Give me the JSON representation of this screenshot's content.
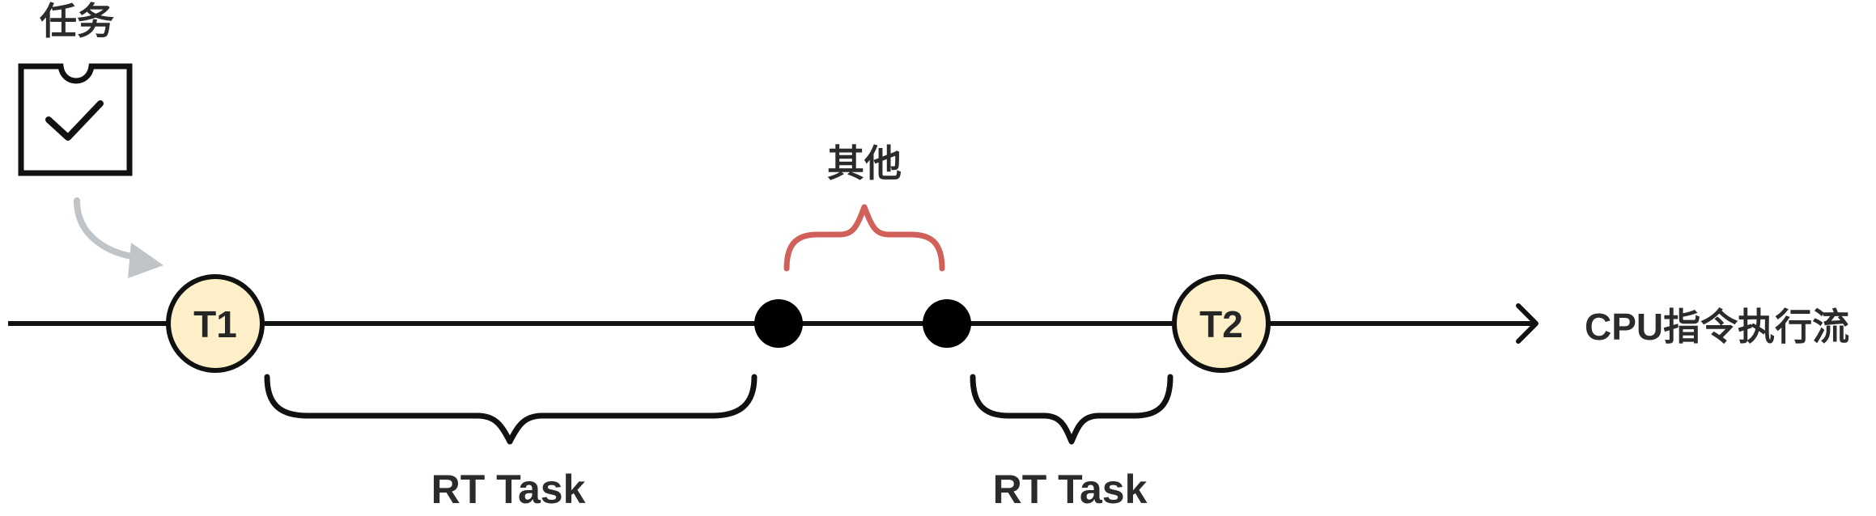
{
  "task_label": "任务",
  "other_label": "其他",
  "axis_label": "CPU指令执行流",
  "nodes": [
    {
      "label": "T1"
    },
    {
      "label": "T2"
    }
  ],
  "braces": [
    {
      "label": "RT Task"
    },
    {
      "label": "RT Task"
    }
  ],
  "colors": {
    "line": "#111111",
    "node_fill": "#fdf0c8",
    "event_dot": "#000000",
    "other_brace": "#d2605a",
    "arrow_gray": "#bfc4c9",
    "text": "#2b2b2b"
  },
  "icons": {
    "task": "clipboard-check-icon"
  }
}
